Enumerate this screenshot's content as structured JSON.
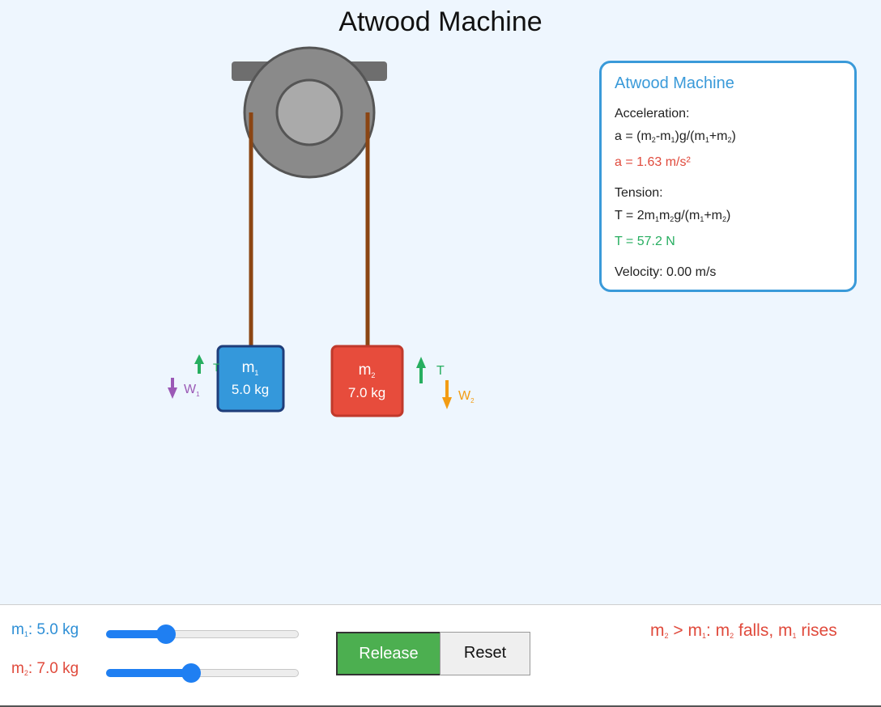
{
  "title": "Atwood Machine",
  "blocks": {
    "m1": {
      "name": "m",
      "sub": "1",
      "mass": "5.0 kg"
    },
    "m2": {
      "name": "m",
      "sub": "2",
      "mass": "7.0 kg"
    }
  },
  "forces": {
    "tension_label": "T",
    "w1_label": "W",
    "w1_sub": "1",
    "w2_label": "W",
    "w2_sub": "2"
  },
  "panel": {
    "title": "Atwood Machine",
    "acc_heading": "Acceleration:",
    "acc_value": "a = 1.63 m/s²",
    "ten_heading": "Tension:",
    "ten_value": "T = 57.2 N",
    "velocity": "Velocity: 0.00 m/s"
  },
  "controls": {
    "m1_value": ": 5.0 kg",
    "m2_value": ": 7.0 kg",
    "m1_slider_fraction": 0.31,
    "m2_slider_fraction": 0.44,
    "release_label": "Release",
    "reset_label": "Reset"
  },
  "status": {
    "m": "m",
    "s2": "2",
    "s1": "1",
    "gt": " > ",
    "colon": ": ",
    "falls": " falls, ",
    "rises": " rises"
  },
  "colors": {
    "m1_block": "#3498db",
    "m2_block": "#e74c3c",
    "rope": "#8b4513",
    "tension": "#27ae60",
    "w1": "#9b59b6",
    "w2": "#f39c12",
    "accent": "#3a9ad9"
  }
}
